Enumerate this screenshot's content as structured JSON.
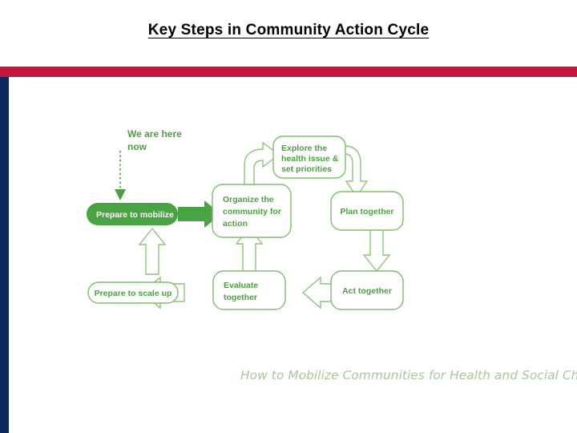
{
  "slide": {
    "title": "Key Steps in Community Action Cycle",
    "tagline": "How to Mobilize Communities for Health and Social Change",
    "colors": {
      "crimson_bar": "#c41540",
      "navy_bar": "#0c2a61",
      "green_fill": "#4aa343",
      "green_text": "#4e9e42",
      "green_outline": "#7cbd6b",
      "tagline_green": "#a9c89a",
      "title_text": "#000000",
      "background": "#ffffff"
    }
  },
  "diagram": {
    "type": "cycle-flow",
    "annotation": {
      "line1": "We are here",
      "line2": "now"
    },
    "nodes": [
      {
        "id": "prepare-to-mobilize",
        "label": "Prepare to mobilize",
        "lines": [
          "Prepare to mobilize"
        ],
        "shape": "pill",
        "style": "filled",
        "text_color": "#ffffff"
      },
      {
        "id": "organize-the-community-for-action",
        "label": "Organize the community for action",
        "lines": [
          "Organize the",
          "community for",
          "action"
        ],
        "shape": "rounded-rect",
        "style": "outline",
        "text_color": "#4e9e42"
      },
      {
        "id": "explore-the-health-issue-set-priorities",
        "label": "Explore the health issue & set priorities",
        "lines": [
          "Explore the",
          "health issue &",
          "set priorities"
        ],
        "shape": "rounded-rect",
        "style": "outline",
        "text_color": "#4e9e42"
      },
      {
        "id": "plan-together",
        "label": "Plan together",
        "lines": [
          "Plan together"
        ],
        "shape": "rounded-rect",
        "style": "outline",
        "text_color": "#4e9e42"
      },
      {
        "id": "act-together",
        "label": "Act together",
        "lines": [
          "Act together"
        ],
        "shape": "rounded-rect",
        "style": "outline",
        "text_color": "#4e9e42"
      },
      {
        "id": "evaluate-together",
        "label": "Evaluate together",
        "lines": [
          "Evaluate",
          "together"
        ],
        "shape": "rounded-rect",
        "style": "outline",
        "text_color": "#4e9e42"
      },
      {
        "id": "prepare-to-scale-up",
        "label": "Prepare to scale up",
        "lines": [
          "Prepare to scale up"
        ],
        "shape": "pill",
        "style": "outline",
        "text_color": "#4e9e42"
      }
    ],
    "connectors": [
      {
        "from": "we-are-here-now",
        "to": "prepare-to-mobilize",
        "style": "dashed",
        "direction": "down"
      },
      {
        "from": "prepare-to-mobilize",
        "to": "organize-the-community-for-action",
        "style": "filled",
        "direction": "right"
      },
      {
        "from": "organize-the-community-for-action",
        "to": "explore-the-health-issue-set-priorities",
        "style": "outline",
        "direction": "up-right-curve"
      },
      {
        "from": "explore-the-health-issue-set-priorities",
        "to": "plan-together",
        "style": "outline",
        "direction": "right-down-curve"
      },
      {
        "from": "plan-together",
        "to": "act-together",
        "style": "outline",
        "direction": "down"
      },
      {
        "from": "act-together",
        "to": "evaluate-together",
        "style": "outline",
        "direction": "left"
      },
      {
        "from": "evaluate-together",
        "to": "organize-the-community-for-action",
        "style": "outline",
        "direction": "up"
      },
      {
        "from": "evaluate-together",
        "to": "prepare-to-scale-up",
        "style": "outline",
        "direction": "left"
      },
      {
        "from": "prepare-to-scale-up",
        "to": "prepare-to-mobilize",
        "style": "outline",
        "direction": "up"
      }
    ]
  }
}
